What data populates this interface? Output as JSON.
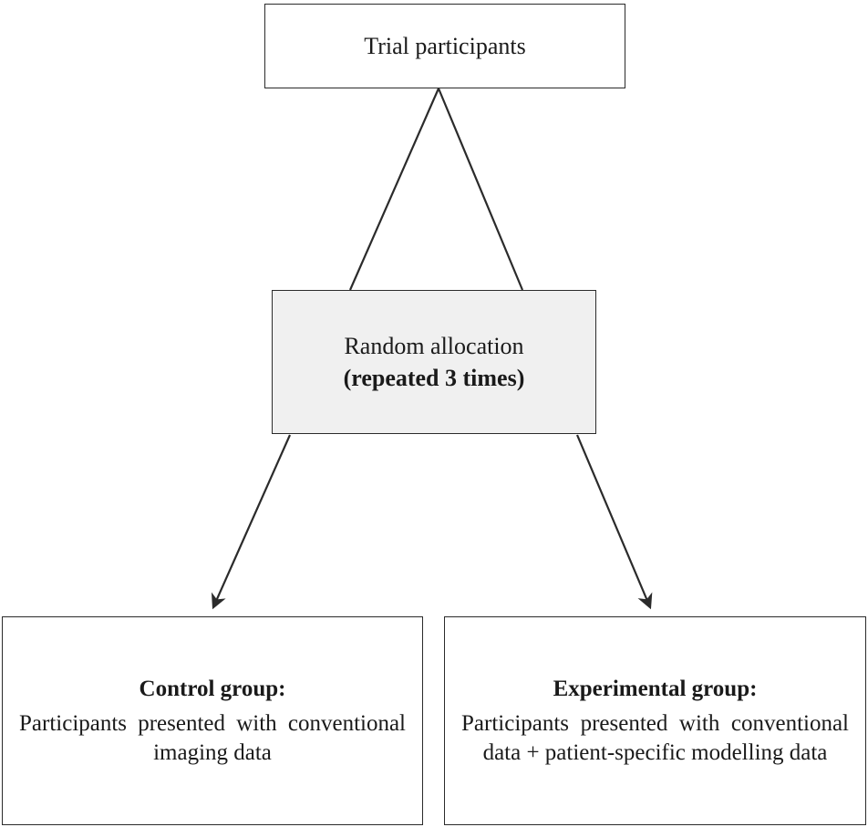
{
  "diagram": {
    "type": "flowchart",
    "background": "#ffffff",
    "line_color": "#2b2b2b",
    "nodes": {
      "trial": {
        "label": "Trial participants"
      },
      "random": {
        "line1": "Random allocation",
        "line2": "(repeated 3 times)",
        "fill": "#f0f0f0"
      },
      "control": {
        "title": "Control group:",
        "body": "Participants presented with conventional imaging data"
      },
      "experimental": {
        "title": "Experimental group:",
        "body": "Participants presented with conventional data + patient-specific modelling data"
      }
    },
    "connectors": [
      {
        "from": "trial",
        "to": "random",
        "side": "left",
        "arrow": false
      },
      {
        "from": "trial",
        "to": "random",
        "side": "right",
        "arrow": false
      },
      {
        "from": "random",
        "to": "control",
        "arrow": true
      },
      {
        "from": "random",
        "to": "experimental",
        "arrow": true
      }
    ]
  }
}
